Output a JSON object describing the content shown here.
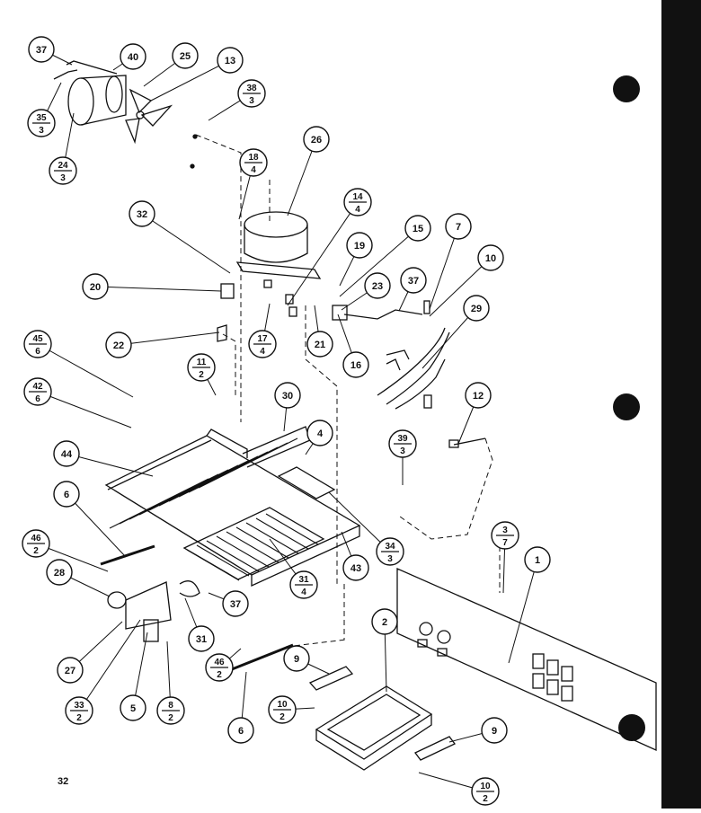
{
  "page": {
    "number": "32"
  },
  "colors": {
    "ink": "#111111",
    "paper": "#ffffff"
  },
  "callouts": [
    {
      "id": "c1",
      "label": "37"
    },
    {
      "id": "c2",
      "label": "40"
    },
    {
      "id": "c3",
      "label": "25"
    },
    {
      "id": "c4",
      "label": "13"
    },
    {
      "id": "c5",
      "label": "26"
    },
    {
      "id": "c6",
      "label": "32"
    },
    {
      "id": "c7",
      "label": "20"
    },
    {
      "id": "c8",
      "label": "22"
    },
    {
      "id": "c9",
      "label": "19"
    },
    {
      "id": "c10",
      "label": "15"
    },
    {
      "id": "c11",
      "label": "7"
    },
    {
      "id": "c12",
      "label": "10"
    },
    {
      "id": "c13",
      "label": "23"
    },
    {
      "id": "c14",
      "label": "37"
    },
    {
      "id": "c15",
      "label": "29"
    },
    {
      "id": "c16",
      "label": "21"
    },
    {
      "id": "c17",
      "label": "16"
    },
    {
      "id": "c18",
      "label": "30"
    },
    {
      "id": "c19",
      "label": "4"
    },
    {
      "id": "c20",
      "label": "12"
    },
    {
      "id": "c21",
      "label": "44"
    },
    {
      "id": "c22",
      "label": "6"
    },
    {
      "id": "c23",
      "label": "43"
    },
    {
      "id": "c24",
      "label": "1"
    },
    {
      "id": "c25",
      "label": "28"
    },
    {
      "id": "c26",
      "label": "37"
    },
    {
      "id": "c27",
      "label": "31"
    },
    {
      "id": "c28",
      "label": "2"
    },
    {
      "id": "c29",
      "label": "9"
    },
    {
      "id": "c30",
      "label": "27"
    },
    {
      "id": "c31",
      "label": "5"
    },
    {
      "id": "c32",
      "label": "6"
    },
    {
      "id": "c33",
      "label": "9"
    }
  ],
  "fraction_callouts": [
    {
      "id": "f1",
      "num": "35",
      "den": "3"
    },
    {
      "id": "f2",
      "num": "24",
      "den": "3"
    },
    {
      "id": "f3",
      "num": "38",
      "den": "3"
    },
    {
      "id": "f4",
      "num": "18",
      "den": "4"
    },
    {
      "id": "f5",
      "num": "14",
      "den": "4"
    },
    {
      "id": "f6",
      "num": "17",
      "den": "4"
    },
    {
      "id": "f7",
      "num": "45",
      "den": "6"
    },
    {
      "id": "f8",
      "num": "42",
      "den": "6"
    },
    {
      "id": "f9",
      "num": "11",
      "den": "2"
    },
    {
      "id": "f10",
      "num": "39",
      "den": "3"
    },
    {
      "id": "f11",
      "num": "46",
      "den": "2"
    },
    {
      "id": "f12",
      "num": "31",
      "den": "4"
    },
    {
      "id": "f13",
      "num": "34",
      "den": "3"
    },
    {
      "id": "f14",
      "num": "3",
      "den": "7"
    },
    {
      "id": "f15",
      "num": "46",
      "den": "2"
    },
    {
      "id": "f16",
      "num": "10",
      "den": "2"
    },
    {
      "id": "f17",
      "num": "33",
      "den": "2"
    },
    {
      "id": "f18",
      "num": "8",
      "den": "2"
    },
    {
      "id": "f19",
      "num": "10",
      "den": "2"
    }
  ]
}
